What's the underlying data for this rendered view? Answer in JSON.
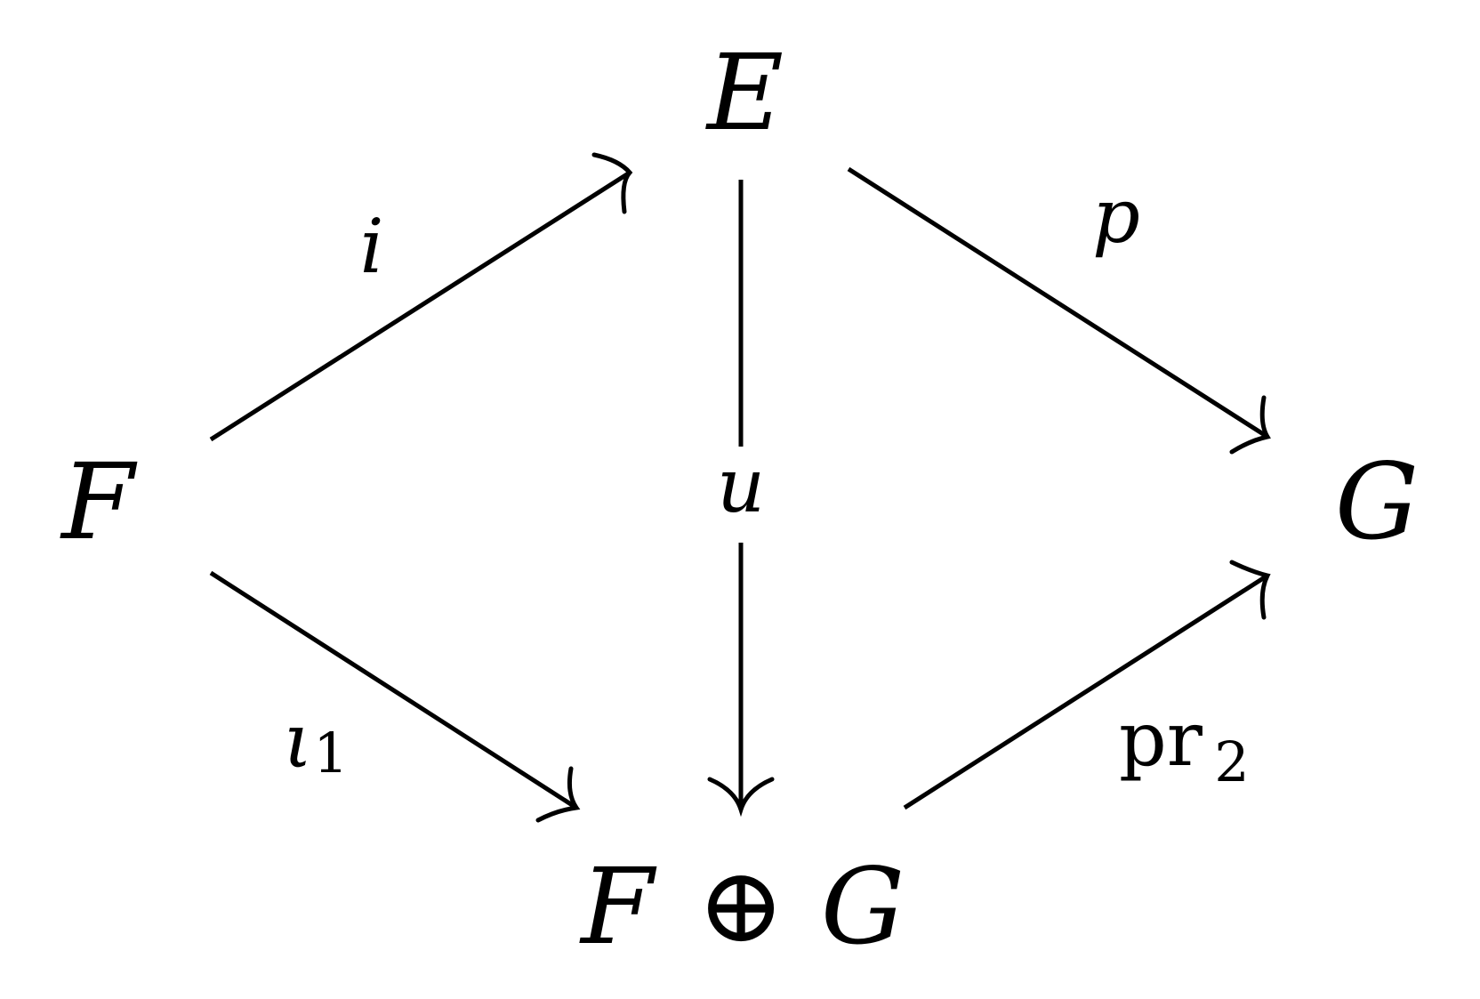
{
  "nodes": {
    "top": "E",
    "left": "F",
    "right": "G",
    "bottom": {
      "left_operand": "F",
      "operator": "⊕",
      "right_operand": "G"
    }
  },
  "arrows": {
    "left_to_top": {
      "label": "i"
    },
    "top_to_right": {
      "label": "p"
    },
    "top_to_bottom": {
      "label": "u"
    },
    "left_to_bottom": {
      "label": "ι",
      "subscript": "1"
    },
    "bottom_to_right": {
      "label": "pr",
      "subscript": "2"
    }
  }
}
